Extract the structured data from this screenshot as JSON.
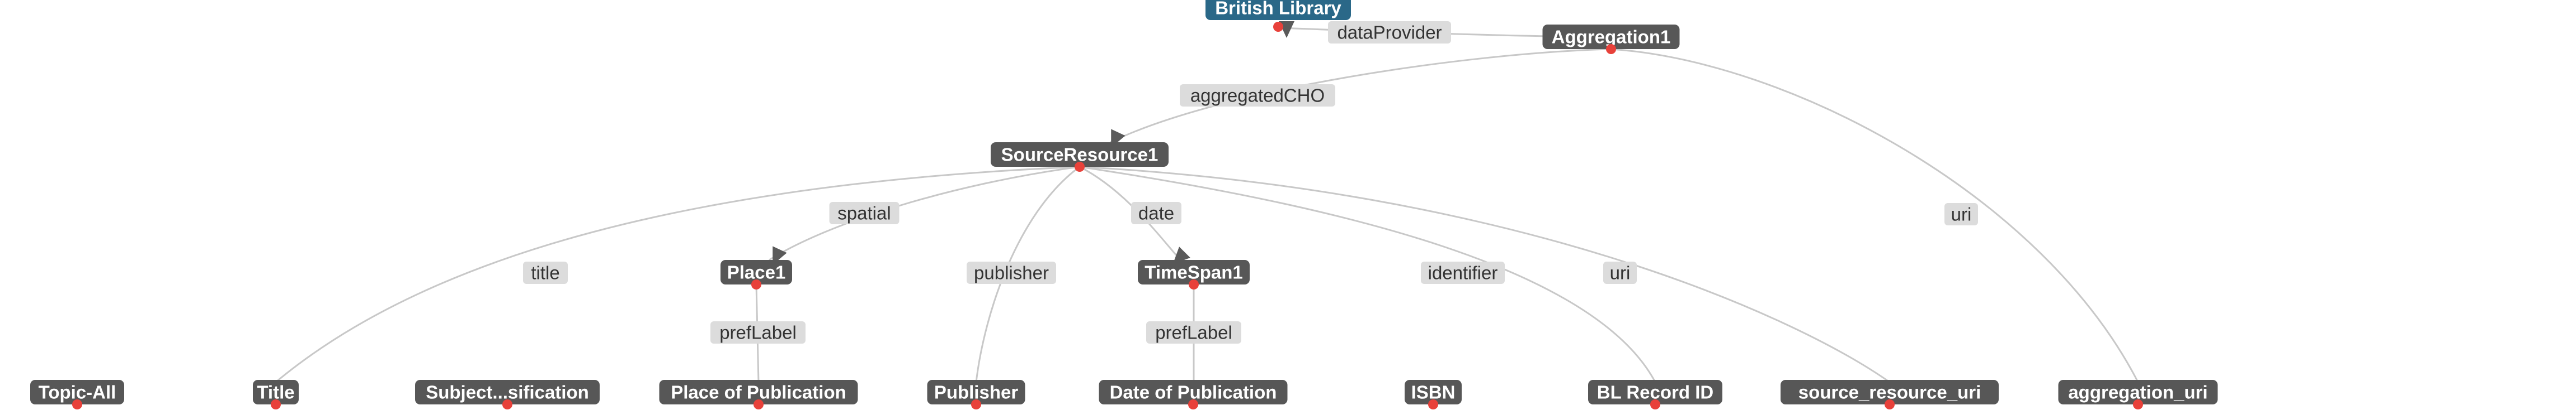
{
  "diagram": {
    "colors": {
      "literal_node": "#575757",
      "provider_node": "#2a6888",
      "edge": "#c8c8c8",
      "edge_label_bg": "#dcdcdc",
      "port": "#e8413a"
    },
    "nodes": [
      {
        "id": "british_library",
        "label": "British Library",
        "kind": "provider"
      },
      {
        "id": "aggregation1",
        "label": "Aggregation1",
        "kind": "class"
      },
      {
        "id": "source_resource1",
        "label": "SourceResource1",
        "kind": "class"
      },
      {
        "id": "place1",
        "label": "Place1",
        "kind": "class"
      },
      {
        "id": "timespan1",
        "label": "TimeSpan1",
        "kind": "class"
      },
      {
        "id": "topic_all",
        "label": "Topic-All",
        "kind": "literal"
      },
      {
        "id": "title_col",
        "label": "Title",
        "kind": "literal"
      },
      {
        "id": "subject_class",
        "label": "Subject...sification",
        "kind": "literal"
      },
      {
        "id": "place_pub",
        "label": "Place of Publication",
        "kind": "literal"
      },
      {
        "id": "publisher_col",
        "label": "Publisher",
        "kind": "literal"
      },
      {
        "id": "date_pub",
        "label": "Date of Publication",
        "kind": "literal"
      },
      {
        "id": "isbn",
        "label": "ISBN",
        "kind": "literal"
      },
      {
        "id": "bl_record_id",
        "label": "BL Record ID",
        "kind": "literal"
      },
      {
        "id": "source_resource_uri",
        "label": "source_resource_uri",
        "kind": "literal"
      },
      {
        "id": "aggregation_uri",
        "label": "aggregation_uri",
        "kind": "literal"
      }
    ],
    "edges": [
      {
        "id": "e_dataprovider",
        "from": "aggregation1",
        "to": "british_library",
        "label": "dataProvider"
      },
      {
        "id": "e_aggregatedcho",
        "from": "aggregation1",
        "to": "source_resource1",
        "label": "aggregatedCHO"
      },
      {
        "id": "e_agg_uri",
        "from": "aggregation1",
        "to": "aggregation_uri",
        "label": "uri"
      },
      {
        "id": "e_spatial",
        "from": "source_resource1",
        "to": "place1",
        "label": "spatial"
      },
      {
        "id": "e_date",
        "from": "source_resource1",
        "to": "timespan1",
        "label": "date"
      },
      {
        "id": "e_title",
        "from": "source_resource1",
        "to": "title_col",
        "label": "title"
      },
      {
        "id": "e_publisher",
        "from": "source_resource1",
        "to": "publisher_col",
        "label": "publisher"
      },
      {
        "id": "e_identifier",
        "from": "source_resource1",
        "to": "bl_record_id",
        "label": "identifier"
      },
      {
        "id": "e_sr_uri",
        "from": "source_resource1",
        "to": "source_resource_uri",
        "label": "uri"
      },
      {
        "id": "e_place_preflabel",
        "from": "place1",
        "to": "place_pub",
        "label": "prefLabel"
      },
      {
        "id": "e_time_preflabel",
        "from": "timespan1",
        "to": "date_pub",
        "label": "prefLabel"
      }
    ]
  }
}
